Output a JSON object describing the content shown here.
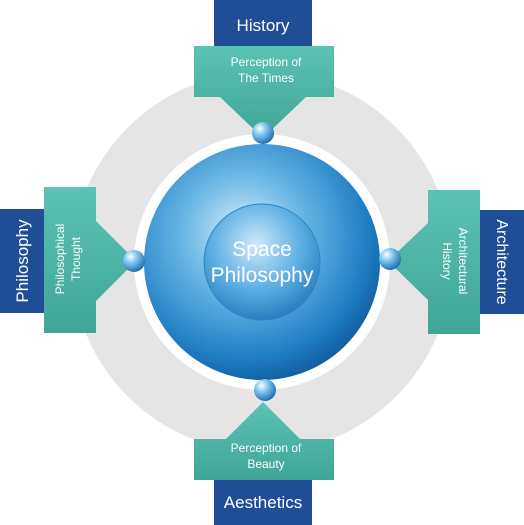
{
  "center": {
    "line1": "Space",
    "line2": "Philosophy"
  },
  "nodes": {
    "top": {
      "title": "History",
      "subtitle_line1": "Perception of",
      "subtitle_line2": "The Times"
    },
    "bottom": {
      "title": "Aesthetics",
      "subtitle_line1": "Perception of",
      "subtitle_line2": "Beauty"
    },
    "left": {
      "title": "Philosophy",
      "subtitle_line1": "Philosophical",
      "subtitle_line2": "Thought"
    },
    "right": {
      "title": "Architecture",
      "subtitle_line1": "Architectural",
      "subtitle_line2": "History"
    }
  },
  "colors": {
    "title_box": "#1f4e96",
    "arrow_teal": "#4fb7a8",
    "ring_gray": "#e6e6e6",
    "sphere_light": "#bfe2f7",
    "sphere_dark": "#0b5a9c"
  }
}
